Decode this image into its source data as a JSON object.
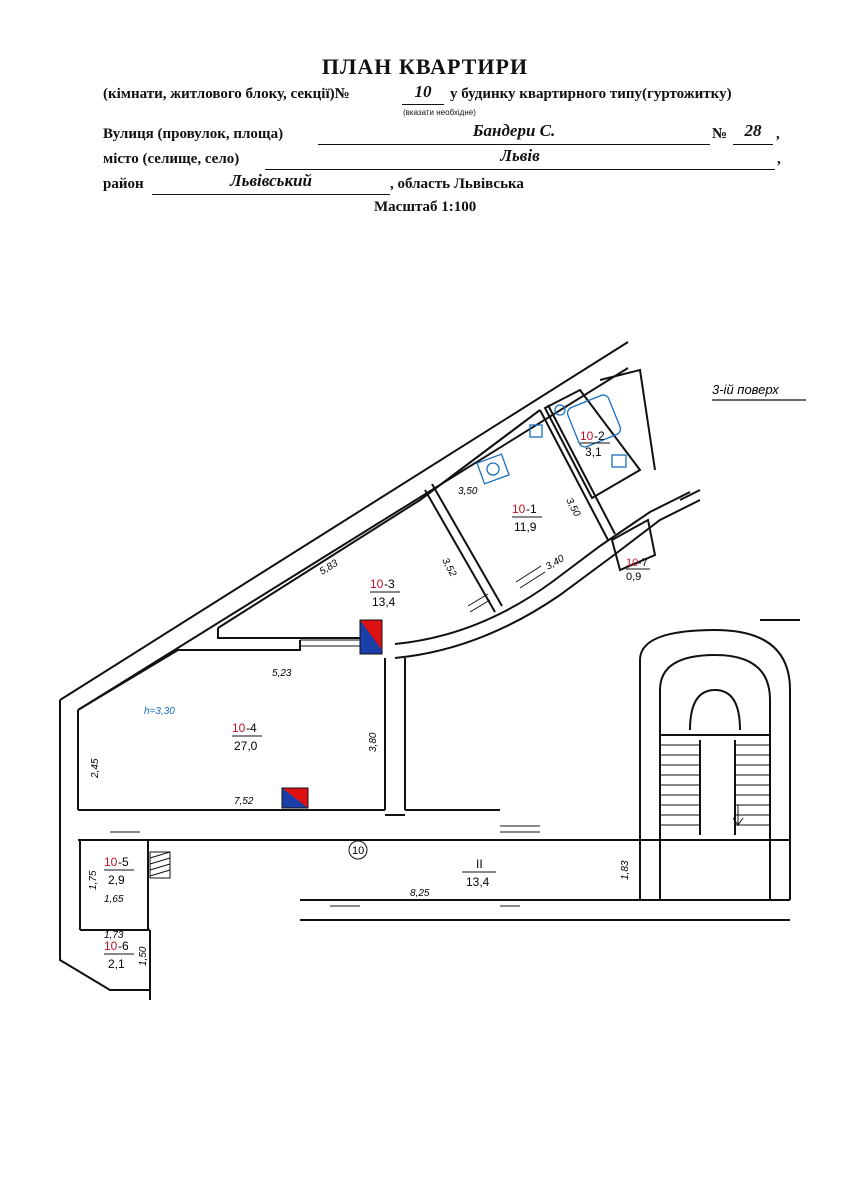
{
  "header": {
    "title": "ПЛАН КВАРТИРИ",
    "line1_prefix": "(кімнати,  житлового блоку,  секції)№",
    "line1_number": "10",
    "line1_suffix": "у будинку квартирного типу(гуртожитку)",
    "hint": "(вказати необхідне)",
    "street_label": "Вулиця (провулок, площа)",
    "street_value": "Бандери С.",
    "house_label": "№",
    "house_value": "28",
    "comma1": ",",
    "city_label": "місто (селище, село)",
    "city_value": "Львів",
    "comma2": ",",
    "district_label": "район",
    "district_value": "Львівський",
    "region_text": ", область Львівська",
    "scale": "Масштаб 1:100"
  },
  "plan": {
    "floor_label": "3-ій поверх",
    "height_note": "h=3,30",
    "rooms": [
      {
        "id_prefix": "10",
        "id_suffix": "-1",
        "area": "11,9"
      },
      {
        "id_prefix": "10",
        "id_suffix": "-2",
        "area": "3,1"
      },
      {
        "id_prefix": "10",
        "id_suffix": "-3",
        "area": "13,4"
      },
      {
        "id_prefix": "10",
        "id_suffix": "-4",
        "area": "27,0"
      },
      {
        "id_prefix": "10",
        "id_suffix": "-5",
        "area": "2,9"
      },
      {
        "id_prefix": "10",
        "id_suffix": "-6",
        "area": "2,1"
      },
      {
        "id_prefix": "10",
        "id_suffix": "-7",
        "area": "0,9"
      },
      {
        "id_prefix": "II",
        "id_suffix": "",
        "area": "13,4"
      }
    ],
    "apartment_marker": "10",
    "dimensions": {
      "d350a": "3,50",
      "d350b": "3,50",
      "d352": "3,52",
      "d340": "3,40",
      "d583": "5,83",
      "d523": "5,23",
      "d380": "3,80",
      "d245": "2,45",
      "d752": "7,52",
      "d175": "1,75",
      "d165": "1,65",
      "d173": "1,73",
      "d150": "1,50",
      "d825": "8,25",
      "d183": "1,83"
    }
  },
  "colors": {
    "room_id": "#c0102a",
    "ink": "#111111",
    "accent_blue": "#1a6fc0",
    "vent_red": "#d11",
    "vent_blue": "#1b3fa8"
  }
}
